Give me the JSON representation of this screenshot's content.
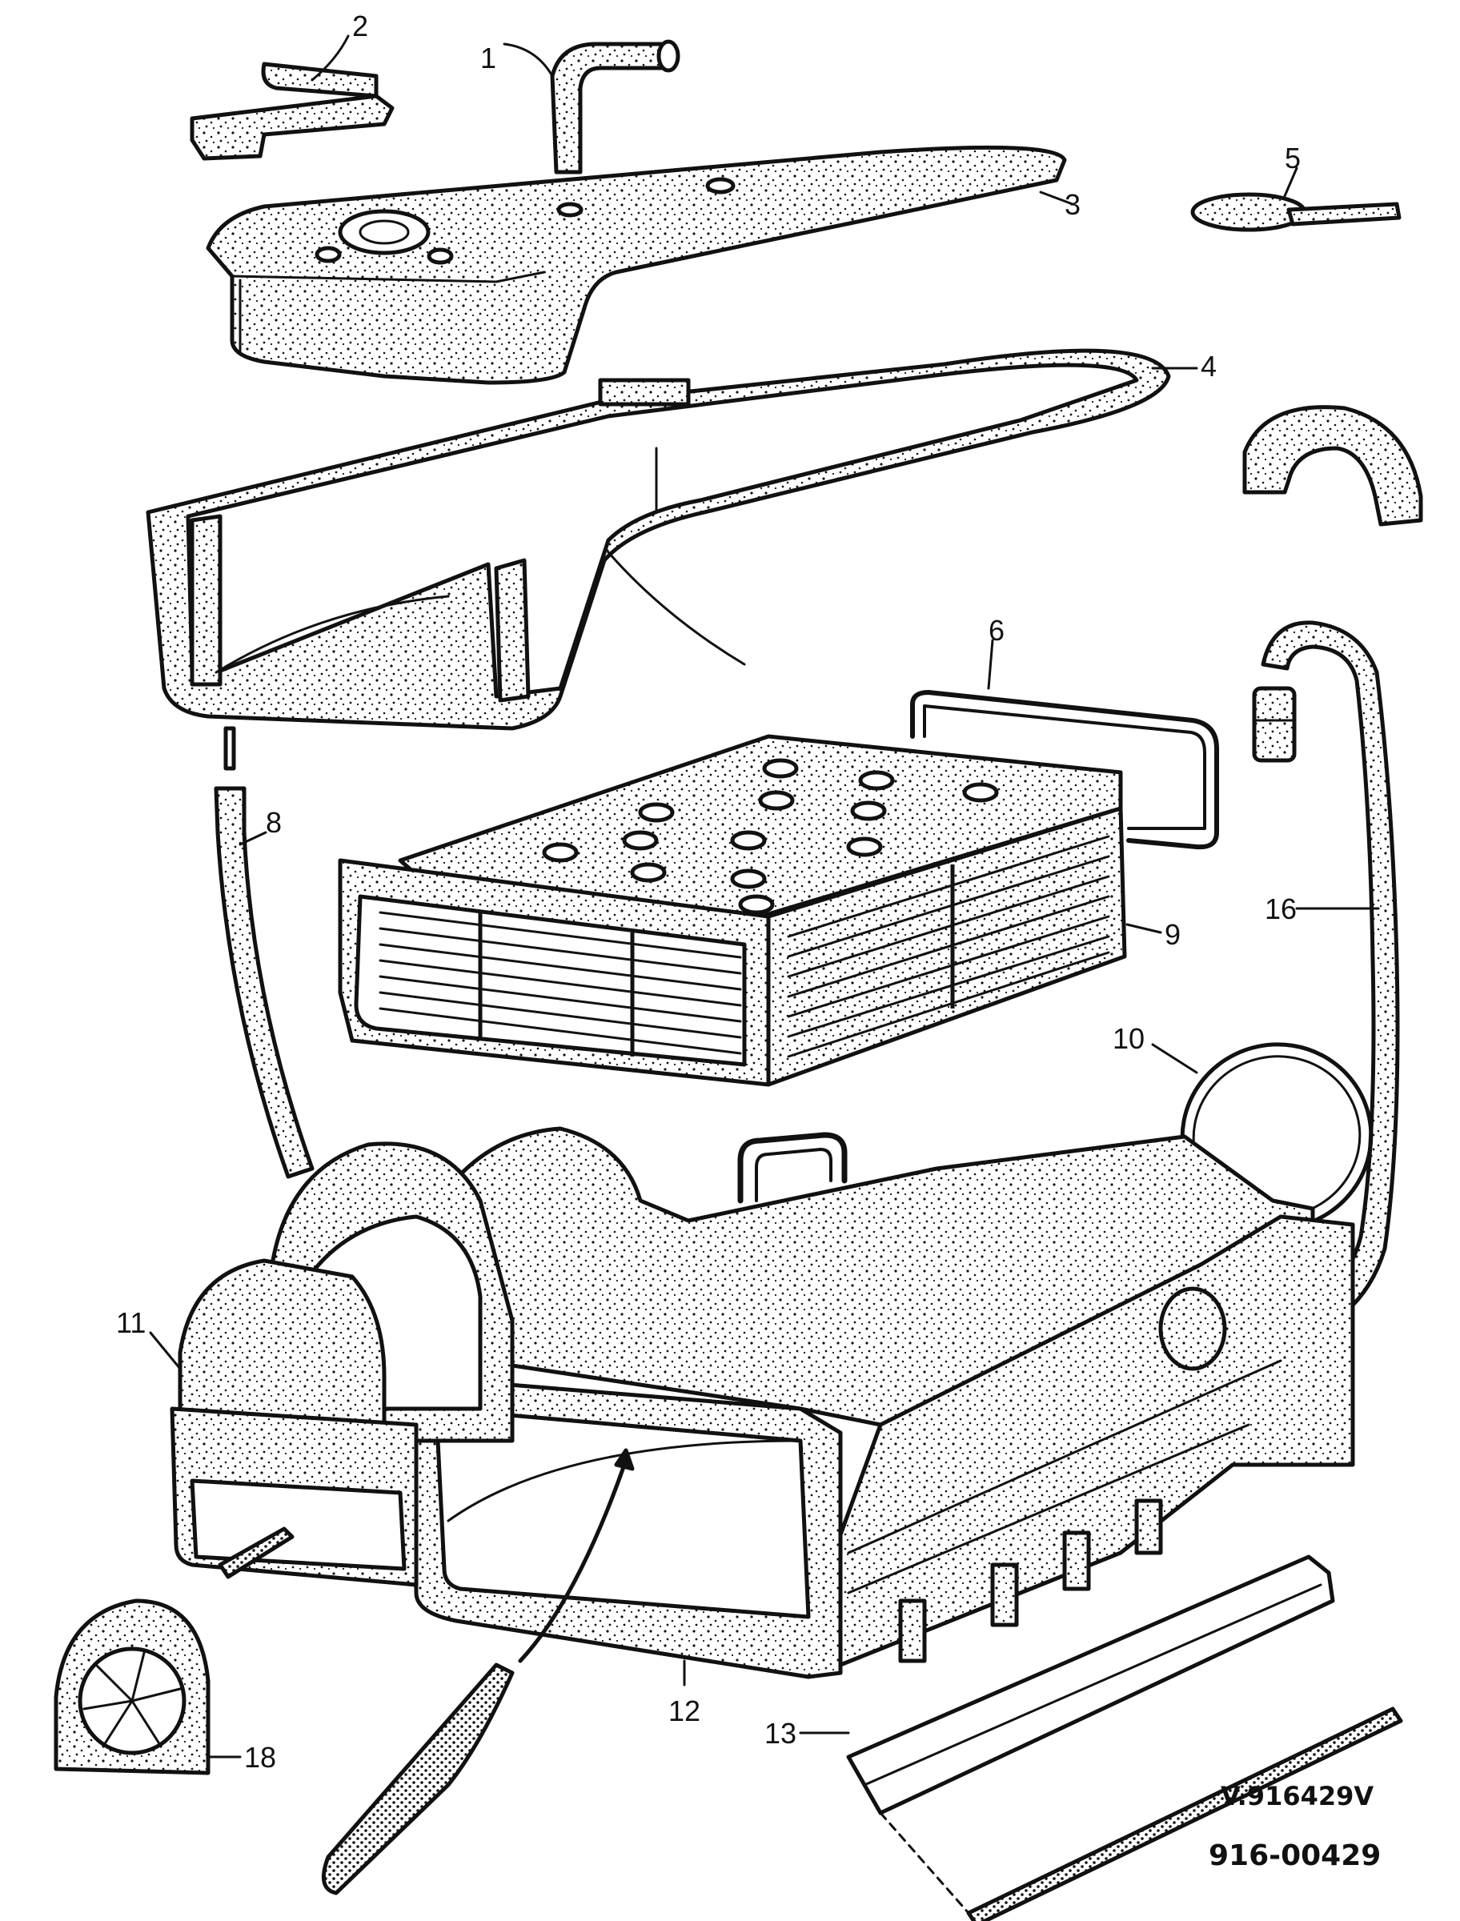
{
  "diagram": {
    "callouts": [
      {
        "id": "1",
        "text": "1"
      },
      {
        "id": "2",
        "text": "2"
      },
      {
        "id": "3",
        "text": "3"
      },
      {
        "id": "4",
        "text": "4"
      },
      {
        "id": "5",
        "text": "5"
      },
      {
        "id": "6",
        "text": "6"
      },
      {
        "id": "8",
        "text": "8"
      },
      {
        "id": "9",
        "text": "9"
      },
      {
        "id": "10",
        "text": "10"
      },
      {
        "id": "11",
        "text": "11"
      },
      {
        "id": "12",
        "text": "12"
      },
      {
        "id": "13",
        "text": "13"
      },
      {
        "id": "16",
        "text": "16"
      },
      {
        "id": "18",
        "text": "18"
      }
    ],
    "reference_code": "V.916429V",
    "part_number": "916-00429",
    "colors": {
      "ink": "#111111",
      "paper": "#ffffff",
      "stipple": "#e4e4e4"
    }
  }
}
